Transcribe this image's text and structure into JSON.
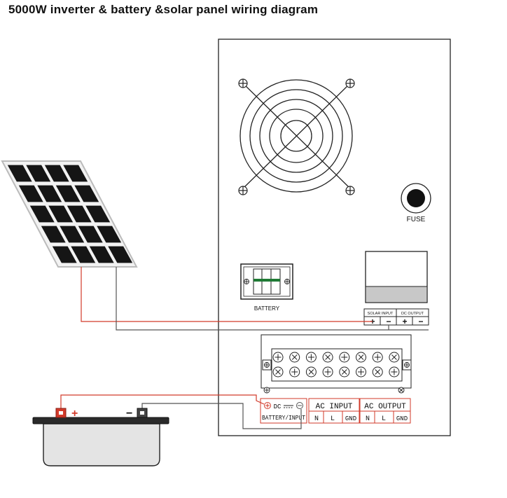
{
  "title": "5000W inverter & battery &solar panel wiring diagram",
  "inverter": {
    "fuse_label": "FUSE",
    "battery_switch_label": "BATTERY",
    "solar_input_label": "SOLAR INPUT",
    "dc_output_label": "DC OUTPUT",
    "plus": "+",
    "minus": "−"
  },
  "panel": {
    "battery_dc_top": "DC",
    "battery_dc_bottom": "BATTERY/INPUT",
    "ac_input_label": "AC INPUT",
    "ac_output_label": "AC OUTPUT",
    "terminals": [
      "N",
      "L",
      "GND"
    ]
  },
  "battery": {
    "positive": "+",
    "negative": "−"
  },
  "colors": {
    "positive_wire": "#d23a2a",
    "negative_wire": "#555555",
    "outline": "#222222"
  }
}
